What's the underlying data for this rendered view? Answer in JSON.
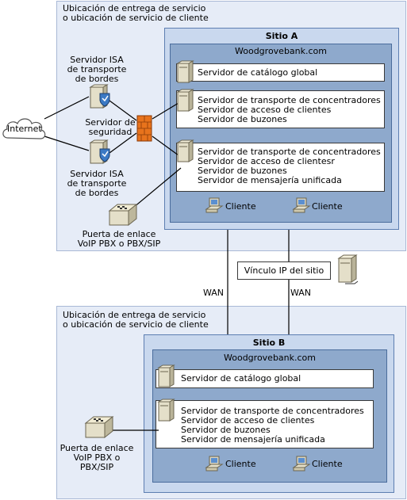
{
  "top": {
    "location": [
      "Ubicación de entrega de servicio",
      "o ubicación de servicio de cliente"
    ],
    "site_title": "Sitio A",
    "domain": "Woodgrovebank.com",
    "global_catalog": "Servidor de catálogo global",
    "server_group_1": [
      "Servidor de transporte de concentradores",
      "Servidor de acceso de clientes",
      "Servidor de buzones"
    ],
    "server_group_2": [
      "Servidor de transporte de concentradores",
      "Servidor de acceso de clientesr",
      "Servidor de buzones",
      "Servidor de mensajería unificada"
    ],
    "client_1": "Cliente",
    "client_2": "Cliente",
    "isa_1": [
      "Servidor ISA",
      "de transporte",
      "de bordes"
    ],
    "isa_2": [
      "Servidor ISA",
      "de transporte",
      "de bordes"
    ],
    "firewall": [
      "Servidor de",
      "seguridad"
    ],
    "internet": "Internet",
    "gateway": [
      "Puerta de enlace",
      "VoIP PBX o PBX/SIP"
    ]
  },
  "link": {
    "ip_link": "Vínculo IP del sitio",
    "wan_left": "WAN",
    "wan_right": "WAN"
  },
  "bottom": {
    "location": [
      "Ubicación de entrega de servicio",
      "o ubicación de servicio de cliente"
    ],
    "site_title": "Sitio B",
    "domain": "Woodgrovebank.com",
    "global_catalog": "Servidor de catálogo global",
    "server_group": [
      "Servidor de transporte de concentradores",
      "Servidor de acceso de clientes",
      "Servidor de buzones",
      "Servidor de mensajería unificada"
    ],
    "client_1": "Cliente",
    "client_2": "Cliente",
    "gateway": [
      "Puerta de enlace",
      "VoIP PBX o",
      "PBX/SIP"
    ]
  }
}
